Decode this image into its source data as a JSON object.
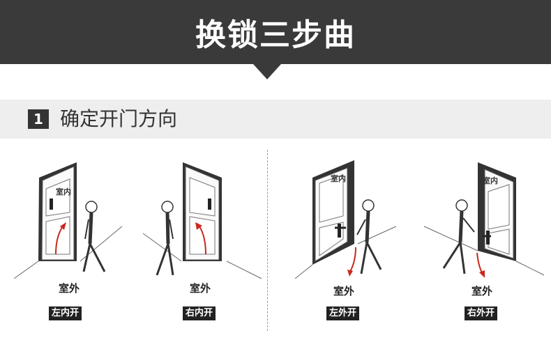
{
  "header": {
    "title": "换锁三步曲"
  },
  "section": {
    "number": "1",
    "title": "确定开门方向"
  },
  "scenes": [
    {
      "indoor": "室内",
      "outdoor": "室外",
      "tag": "左内开"
    },
    {
      "indoor": "",
      "outdoor": "室外",
      "tag": "右内开"
    },
    {
      "indoor": "室内",
      "outdoor": "室外",
      "tag": "左外开"
    },
    {
      "indoor": "室内",
      "outdoor": "室外",
      "tag": "右外开"
    }
  ],
  "colors": {
    "header_bg": "#3a3a3a",
    "band_bg": "#eeeeee",
    "arrow": "#c8281e",
    "tag_bg": "#222222"
  }
}
